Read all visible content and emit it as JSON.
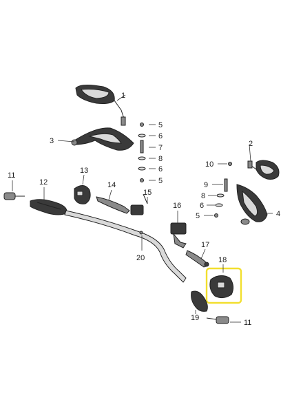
{
  "callouts": {
    "c1": "1",
    "c2": "2",
    "c3": "3",
    "c4": "4",
    "c5a": "5",
    "c6a": "6",
    "c7a": "7",
    "c8a": "8",
    "c6b": "6",
    "c5b": "5",
    "c10": "10",
    "c9": "9",
    "c8b": "8",
    "c6c": "6",
    "c5c": "5",
    "c11a": "11",
    "c12": "12",
    "c13": "13",
    "c14": "14",
    "c15": "15",
    "c16": "16",
    "c17": "17",
    "c18": "18",
    "c19": "19",
    "c20": "20",
    "c11b": "11"
  },
  "highlight": {
    "color": "#f2df2e",
    "target_callout": "18"
  }
}
